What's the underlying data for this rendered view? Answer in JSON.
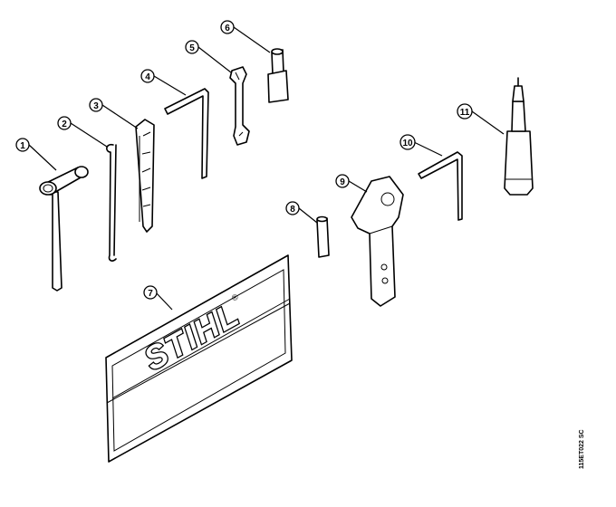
{
  "brand": {
    "name": "STIHL",
    "registered": "®"
  },
  "drawing_code": "115ET022 SC",
  "callouts": [
    {
      "number": "1",
      "part": "combination-wrench"
    },
    {
      "number": "2",
      "part": "hook-wire"
    },
    {
      "number": "3",
      "part": "screwdriver-gauge"
    },
    {
      "number": "4",
      "part": "hex-key"
    },
    {
      "number": "5",
      "part": "open-end-wrench"
    },
    {
      "number": "6",
      "part": "socket-tool"
    },
    {
      "number": "7",
      "part": "tool-pouch"
    },
    {
      "number": "8",
      "part": "pin"
    },
    {
      "number": "9",
      "part": "chain-tool"
    },
    {
      "number": "10",
      "part": "hex-key-small"
    },
    {
      "number": "11",
      "part": "screwdriver"
    }
  ]
}
